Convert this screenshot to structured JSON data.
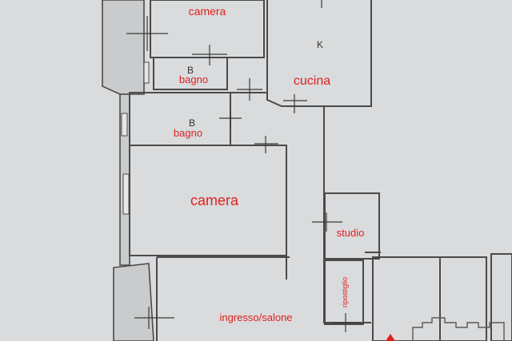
{
  "rooms": {
    "camera_top": "camera",
    "k_code": "K",
    "cucina": "cucina",
    "b_code_1": "B",
    "bagno_1": "bagno",
    "b_code_2": "B",
    "bagno_2": "bagno",
    "camera_main": "camera",
    "studio": "studio",
    "ripostiglio": "ripostiglio",
    "ingresso": "ingresso/salone"
  },
  "colors": {
    "label_red": "#e02020",
    "wall": "#4a4a4a",
    "background": "#d9dbdd"
  }
}
